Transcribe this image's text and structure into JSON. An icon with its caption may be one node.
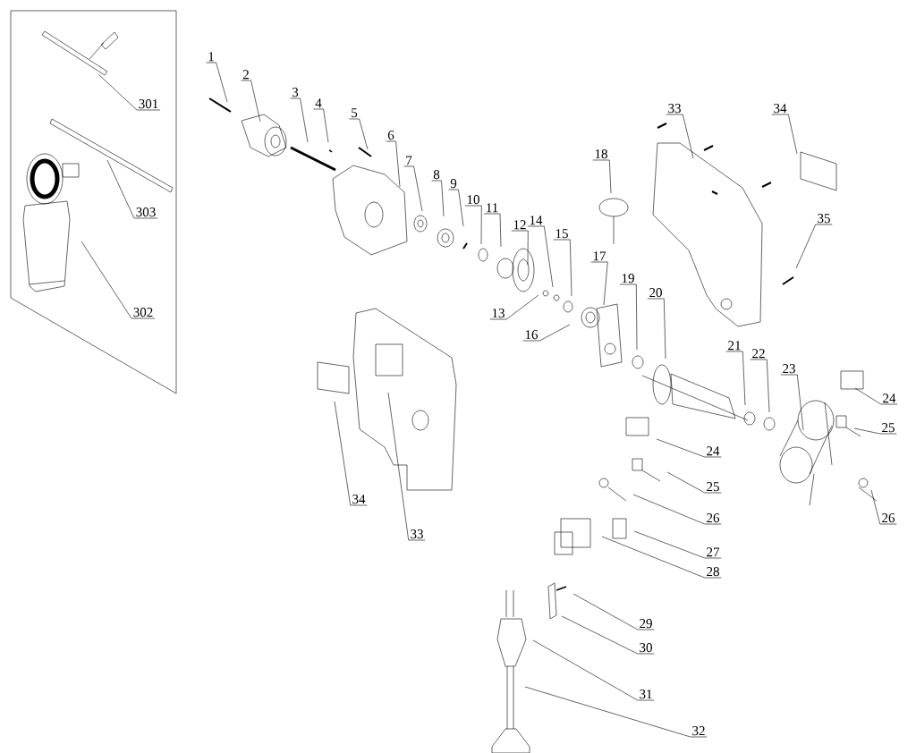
{
  "diagram": {
    "nodes": [
      {
        "text": [
          "1"
        ]
      },
      {
        "text": [
          "2"
        ]
      },
      {
        "text": [
          "3"
        ]
      },
      {
        "text": [
          "4"
        ]
      },
      {
        "text": [
          "5"
        ]
      },
      {
        "text": [
          "6"
        ]
      },
      {
        "text": [
          "7"
        ]
      },
      {
        "text": [
          "8"
        ]
      },
      {
        "text": [
          "9"
        ]
      },
      {
        "text": [
          "10"
        ]
      },
      {
        "text": [
          "11"
        ]
      },
      {
        "text": [
          "12"
        ]
      },
      {
        "text": [
          "13"
        ]
      },
      {
        "text": [
          "14"
        ]
      },
      {
        "text": [
          "15"
        ]
      },
      {
        "text": [
          "16"
        ]
      },
      {
        "text": [
          "17"
        ]
      },
      {
        "text": [
          "18"
        ]
      },
      {
        "text": [
          "19"
        ]
      },
      {
        "text": [
          "20"
        ]
      },
      {
        "text": [
          "21"
        ]
      },
      {
        "text": [
          "22"
        ]
      },
      {
        "text": [
          "23"
        ]
      },
      {
        "text": [
          "33"
        ]
      },
      {
        "text": [
          "34"
        ]
      },
      {
        "text": [
          "35"
        ]
      },
      {
        "text": [
          "24"
        ]
      },
      {
        "text": [
          "25"
        ]
      },
      {
        "text": [
          "26"
        ]
      },
      {
        "text": [
          "24"
        ]
      },
      {
        "text": [
          "25"
        ]
      },
      {
        "text": [
          "26"
        ]
      },
      {
        "text": [
          "27"
        ]
      },
      {
        "text": [
          "28"
        ]
      },
      {
        "text": [
          "29"
        ]
      },
      {
        "text": [
          "30"
        ]
      },
      {
        "text": [
          "31"
        ]
      },
      {
        "text": [
          "32"
        ]
      },
      {
        "text": [
          "33"
        ]
      },
      {
        "text": [
          "34"
        ]
      },
      {
        "text": [
          "301"
        ]
      },
      {
        "text": [
          "303"
        ]
      },
      {
        "text": [
          "302"
        ]
      }
    ],
    "edges": [
      {
        "from": 0,
        "to": null,
        "arrow": "none"
      },
      {
        "from": 1,
        "to": null,
        "arrow": "none"
      },
      {
        "from": 2,
        "to": null,
        "arrow": "none"
      },
      {
        "from": 3,
        "to": null,
        "arrow": "none"
      },
      {
        "from": 4,
        "to": null,
        "arrow": "none"
      },
      {
        "from": 5,
        "to": null,
        "arrow": "none"
      },
      {
        "from": 6,
        "to": null,
        "arrow": "none"
      },
      {
        "from": 7,
        "to": null,
        "arrow": "none"
      },
      {
        "from": 8,
        "to": null,
        "arrow": "none"
      },
      {
        "from": 9,
        "to": null,
        "arrow": "none"
      },
      {
        "from": 10,
        "to": null,
        "arrow": "none"
      },
      {
        "from": 11,
        "to": null,
        "arrow": "none"
      },
      {
        "from": 12,
        "to": null,
        "arrow": "none"
      },
      {
        "from": 13,
        "to": null,
        "arrow": "none"
      },
      {
        "from": 14,
        "to": null,
        "arrow": "none"
      },
      {
        "from": 15,
        "to": null,
        "arrow": "none"
      },
      {
        "from": 16,
        "to": null,
        "arrow": "none"
      },
      {
        "from": 17,
        "to": null,
        "arrow": "none"
      },
      {
        "from": 18,
        "to": null,
        "arrow": "none"
      },
      {
        "from": 19,
        "to": null,
        "arrow": "none"
      },
      {
        "from": 20,
        "to": null,
        "arrow": "none"
      },
      {
        "from": 21,
        "to": null,
        "arrow": "none"
      },
      {
        "from": 22,
        "to": null,
        "arrow": "none"
      },
      {
        "from": 23,
        "to": null,
        "arrow": "none"
      },
      {
        "from": 24,
        "to": null,
        "arrow": "none"
      },
      {
        "from": 25,
        "to": null,
        "arrow": "none"
      },
      {
        "from": 26,
        "to": null,
        "arrow": "none"
      },
      {
        "from": 27,
        "to": null,
        "arrow": "none"
      },
      {
        "from": 28,
        "to": null,
        "arrow": "none"
      },
      {
        "from": 29,
        "to": null,
        "arrow": "none"
      },
      {
        "from": 30,
        "to": null,
        "arrow": "none"
      },
      {
        "from": 31,
        "to": null,
        "arrow": "none"
      },
      {
        "from": 32,
        "to": null,
        "arrow": "none"
      },
      {
        "from": 33,
        "to": null,
        "arrow": "none"
      },
      {
        "from": 34,
        "to": null,
        "arrow": "none"
      },
      {
        "from": 35,
        "to": null,
        "arrow": "none"
      },
      {
        "from": 36,
        "to": null,
        "arrow": "none"
      },
      {
        "from": 37,
        "to": null,
        "arrow": "none"
      },
      {
        "from": 38,
        "to": null,
        "arrow": "none"
      },
      {
        "from": 39,
        "to": null,
        "arrow": "none"
      },
      {
        "from": 40,
        "to": null,
        "arrow": "none"
      },
      {
        "from": 41,
        "to": null,
        "arrow": "none"
      },
      {
        "from": 42,
        "to": null,
        "arrow": "none"
      }
    ]
  }
}
